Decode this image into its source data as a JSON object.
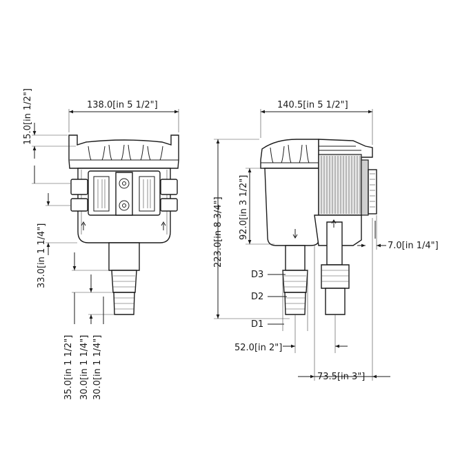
{
  "dimensions": {
    "front_width": "138.0[in 5 1/2\"]",
    "front_top_cap": "15.0[in  1/2\"]",
    "front_mid": "33.0[in 1 1/4\"]",
    "front_bottom_1": "35.0[in 1 1/2\"]",
    "front_bottom_2": "30.0[in 1 1/4\"]",
    "front_bottom_3": "30.0[in 1 1/4\"]",
    "side_width": "140.5[in 5 1/2\"]",
    "side_height": "223.0[in 8 3/4\"]",
    "side_basket": "92.0[in 3 1/2\"]",
    "side_flange": "7.0[in  1/4\"]",
    "side_offset": "52.0[in 2\"]",
    "side_depth": "73.5[in 3\"]"
  },
  "labels": {
    "d1": "D1",
    "d2": "D2",
    "d3": "D3"
  }
}
